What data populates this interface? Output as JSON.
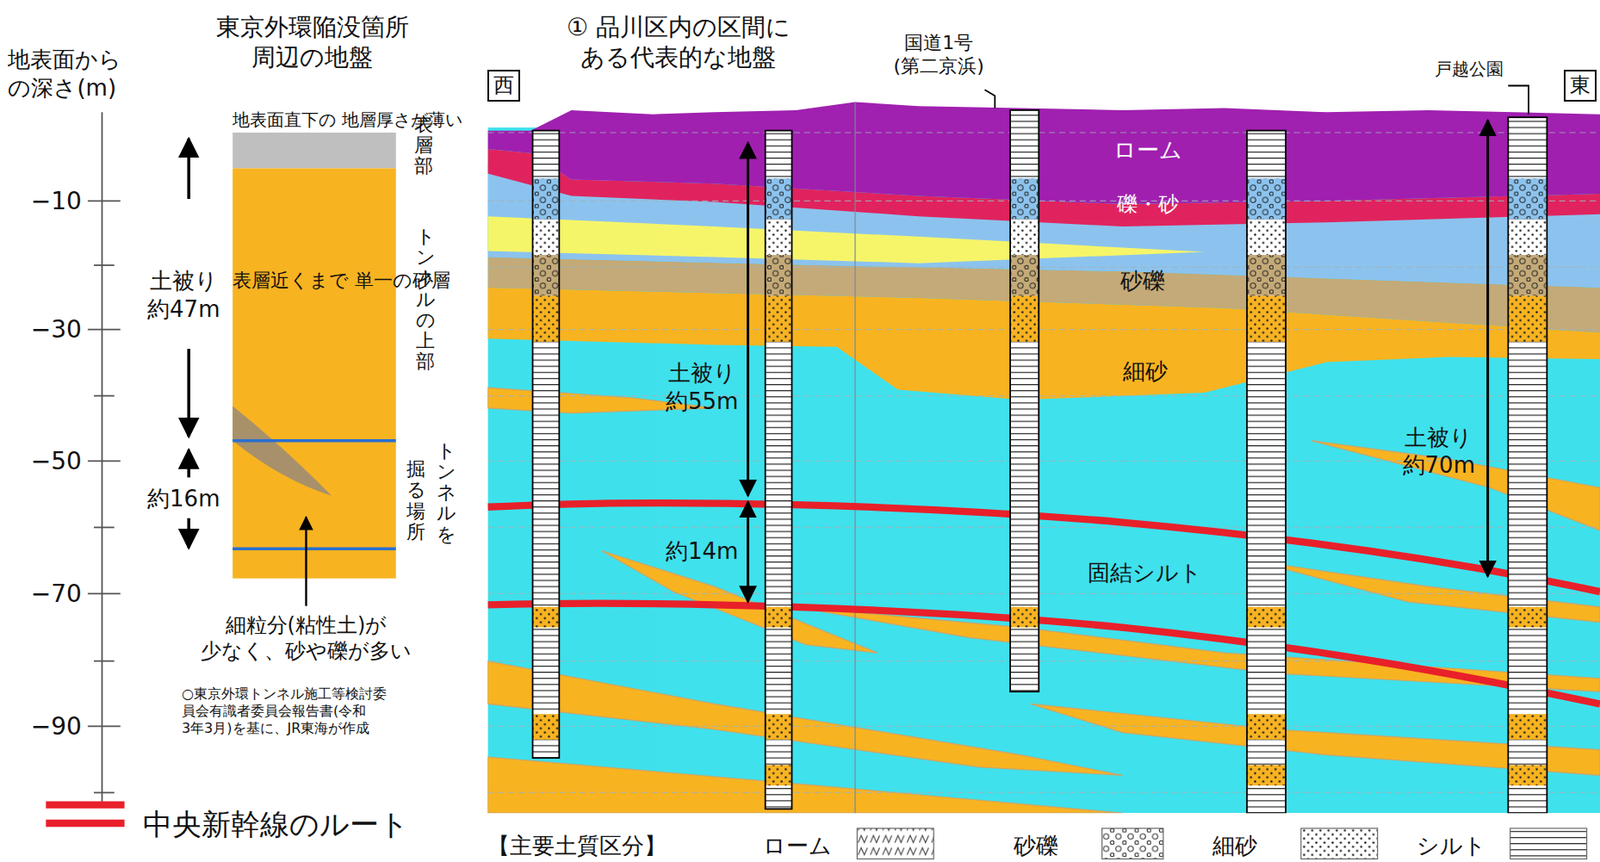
{
  "diagram": {
    "nodes": [
      {
        "text": [
          "地表面直下の 地層厚さが薄い"
        ]
      },
      {
        "text": [
          "表層近くまで 単一の砂層"
        ]
      },
      {
        "text": [
          "西"
        ]
      },
      {
        "text": [
          "東"
        ]
      }
    ],
    "labels": [
      "東京外環陥没箇所 周辺の地盤",
      "地表面から の深さ(m)",
      "−10",
      "−30",
      "−50",
      "−70",
      "−90",
      "表層部",
      "トンネルの上部",
      "トンネルを",
      "掘る場所",
      "土被り 約47m",
      "約16m",
      "細粒分(粘性土)が 少なく、砂や礫が多い",
      "○東京外環トンネル施工等検討委 員会有識者委員会報告書(令和 3年3月)を基に、JR東海が作成",
      "① 品川区内の区間に ある代表的な地盤",
      "国道1号 (第二京浜)",
      "戸越公園",
      "ローム",
      "礫・砂",
      "砂礫",
      "細砂",
      "固結シルト",
      "土被り 約55m",
      "約14m",
      "土被り 約70m",
      "【主要土質区分】"
    ],
    "legend": [
      {
        "text": "中央新幹線のルート"
      },
      {
        "text": "ローム"
      },
      {
        "text": "砂礫"
      },
      {
        "text": "細砂"
      },
      {
        "text": "シルト"
      }
    ]
  }
}
